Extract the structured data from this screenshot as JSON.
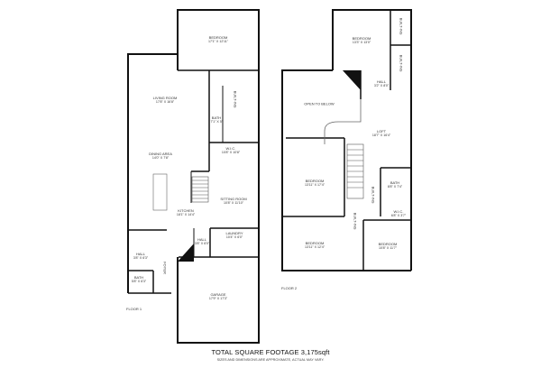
{
  "floor1": {
    "label": "FLOOR 1",
    "rooms": [
      {
        "name": "BEDROOM",
        "dims": "17'1\" x 12'11\""
      },
      {
        "name": "LIVING ROOM",
        "dims": "17'8\" x 16'8\""
      },
      {
        "name": "BUILT-INS",
        "dims": ""
      },
      {
        "name": "BATH",
        "dims": "7'1\" x 5'"
      },
      {
        "name": "W.I.C.",
        "dims": "10'8\" x 10'8\""
      },
      {
        "name": "DINING AREA",
        "dims": "14'0\" x 7'8\""
      },
      {
        "name": "SITTING ROOM",
        "dims": "10'8\" x 11'10\""
      },
      {
        "name": "KITCHEN",
        "dims": "18'1\" x 14'4\""
      },
      {
        "name": "LAUNDRY",
        "dims": "10'4\" x 6'0\""
      },
      {
        "name": "HALL",
        "dims": "3'8\" x 6'0\""
      },
      {
        "name": "HALL",
        "dims": "3'8\" x 6'3\""
      },
      {
        "name": "BATH",
        "dims": "5'8\" x 6'3\""
      },
      {
        "name": "FOYER",
        "dims": ""
      },
      {
        "name": "GARAGE",
        "dims": "17'9\" x 17'3\""
      }
    ]
  },
  "floor2": {
    "label": "FLOOR 2",
    "rooms": [
      {
        "name": "BEDROOM",
        "dims": "13'3\" x 13'0\""
      },
      {
        "name": "BUILT-INS",
        "dims": ""
      },
      {
        "name": "BUILT-INS",
        "dims": ""
      },
      {
        "name": "HALL",
        "dims": "3'2\" x 8'0\""
      },
      {
        "name": "OPEN TO BELOW",
        "dims": ""
      },
      {
        "name": "LOFT",
        "dims": "18'7\" x 16'4\""
      },
      {
        "name": "BEDROOM",
        "dims": "13'11\" x 17'4\""
      },
      {
        "name": "BUILT-INS",
        "dims": ""
      },
      {
        "name": "BATH",
        "dims": "8'8\" x 7'4\""
      },
      {
        "name": "W.I.C.",
        "dims": "6'8\" x 3'7\""
      },
      {
        "name": "BUILT-INS",
        "dims": ""
      },
      {
        "name": "BEDROOM",
        "dims": "13'11\" x 12'4\""
      },
      {
        "name": "BEDROOM",
        "dims": "10'8\" x 11'7\""
      }
    ]
  },
  "footer": {
    "total": "TOTAL SQUARE FOOTAGE 3,175sqft",
    "disclaimer": "SIZES AND DIMENSIONS ARE APPROXIMATE, ACTUAL MAY VARY."
  }
}
